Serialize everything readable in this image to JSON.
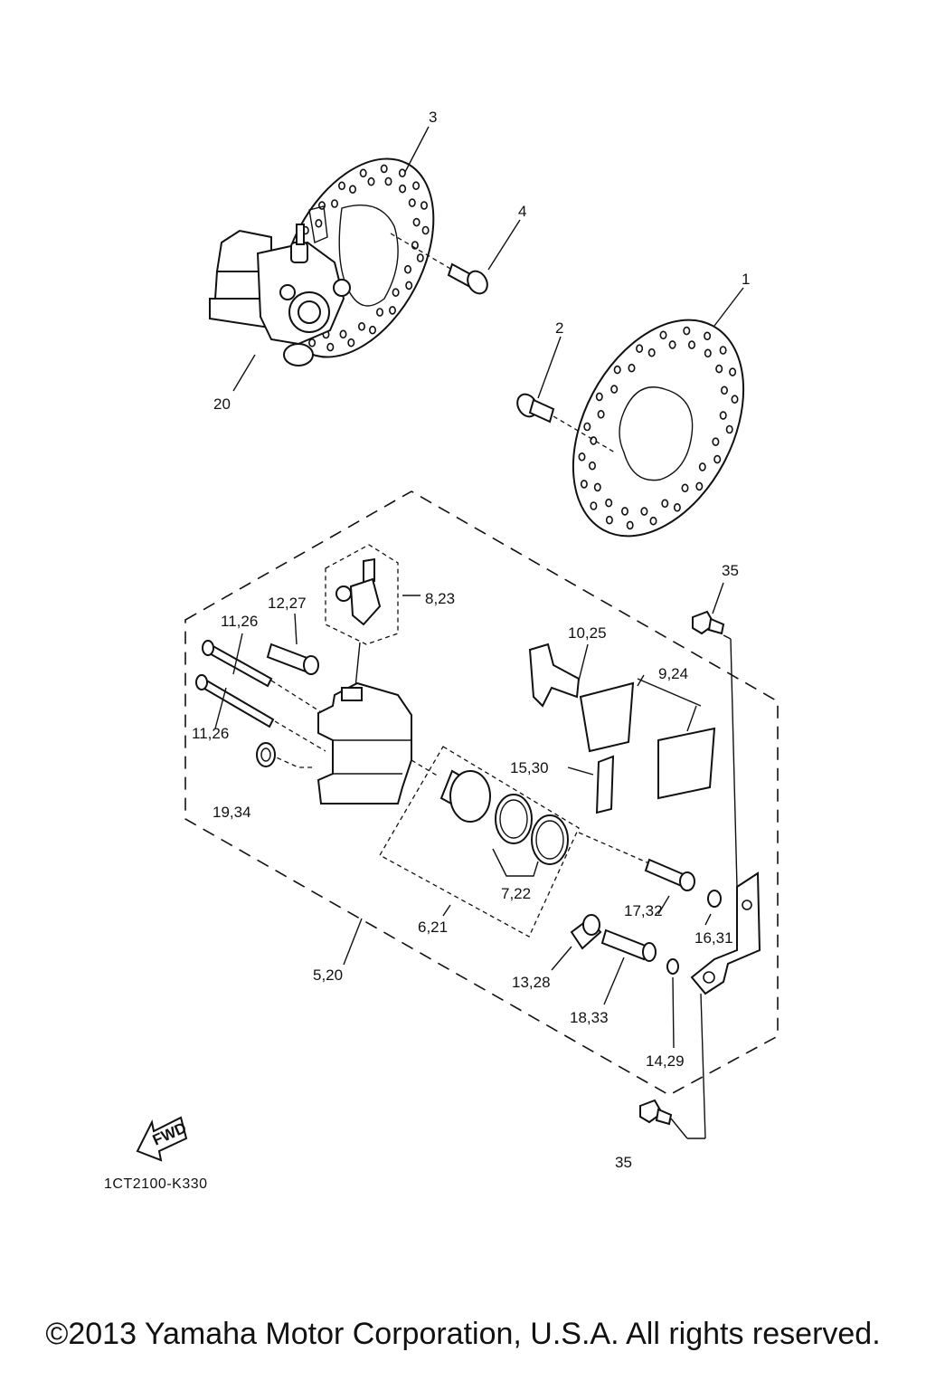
{
  "diagram": {
    "code": "1CT2100-K330",
    "fwd_label": "FWD",
    "copyright": "©2013 Yamaha Motor Corporation, U.S.A. All rights reserved.",
    "callouts": [
      {
        "id": "c3",
        "text": "3"
      },
      {
        "id": "c4",
        "text": "4"
      },
      {
        "id": "c1",
        "text": "1"
      },
      {
        "id": "c2",
        "text": "2"
      },
      {
        "id": "c20",
        "text": "20"
      },
      {
        "id": "c35a",
        "text": "35"
      },
      {
        "id": "c8_23",
        "text": "8,23"
      },
      {
        "id": "c12_27",
        "text": "12,27"
      },
      {
        "id": "c11_26a",
        "text": "11,26"
      },
      {
        "id": "c10_25",
        "text": "10,25"
      },
      {
        "id": "c9_24",
        "text": "9,24"
      },
      {
        "id": "c11_26b",
        "text": "11,26"
      },
      {
        "id": "c15_30",
        "text": "15,30"
      },
      {
        "id": "c19_34",
        "text": "19,34"
      },
      {
        "id": "c7_22",
        "text": "7,22"
      },
      {
        "id": "c17_32",
        "text": "17,32"
      },
      {
        "id": "c6_21",
        "text": "6,21"
      },
      {
        "id": "c16_31",
        "text": "16,31"
      },
      {
        "id": "c5_20",
        "text": "5,20"
      },
      {
        "id": "c13_28",
        "text": "13,28"
      },
      {
        "id": "c18_33",
        "text": "18,33"
      },
      {
        "id": "c14_29",
        "text": "14,29"
      },
      {
        "id": "c35b",
        "text": "35"
      }
    ]
  }
}
